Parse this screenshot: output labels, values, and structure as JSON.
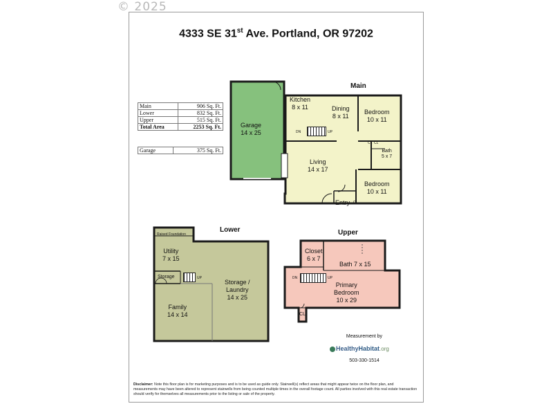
{
  "watermark": "© 2025",
  "title": {
    "main": "4333 SE 31",
    "sup": "st",
    "rest": " Ave. Portland, OR 97202"
  },
  "areas": [
    {
      "label": "Main",
      "value": "906 Sq. Ft."
    },
    {
      "label": "Lower",
      "value": "832 Sq. Ft."
    },
    {
      "label": "Upper",
      "value": "515 Sq. Ft."
    },
    {
      "label": "Total Area",
      "value": "2253 Sq. Ft."
    }
  ],
  "garage_area": {
    "label": "Garage",
    "value": "375 Sq. Ft."
  },
  "levels": {
    "main": "Main",
    "lower": "Lower",
    "upper": "Upper"
  },
  "rooms": {
    "garage": {
      "name": "Garage",
      "size": "14 x 25"
    },
    "kitchen": {
      "name": "Kitchen",
      "size": "8 x 11"
    },
    "dining": {
      "name": "Dining",
      "size": "8 x 11"
    },
    "bedroom1": {
      "name": "Bedroom",
      "size": "10 x 11"
    },
    "bath_main": {
      "name": "Bath",
      "size": "5 x 7"
    },
    "living": {
      "name": "Living",
      "size": "14 x 17"
    },
    "bedroom2": {
      "name": "Bedroom",
      "size": "10 x 11"
    },
    "entry": {
      "name": "Entry"
    },
    "raised_foundation": "Raised Foundation",
    "utility": {
      "name": "Utility",
      "size": "7 x 15"
    },
    "storage_small": "Storage",
    "storage_laundry": {
      "name": "Storage /",
      "name2": "Laundry",
      "size": "14 x 25"
    },
    "family": {
      "name": "Family",
      "size": "14 x 14"
    },
    "closet": {
      "name": "Closet",
      "size": "6 x 7"
    },
    "bath_upper": "Bath 7 x 15",
    "primary": {
      "name": "Primary",
      "name2": "Bedroom",
      "size": "10 x 29"
    },
    "cl": "CL"
  },
  "marks": {
    "up": "UP",
    "dn": "DN",
    "cl": "CL"
  },
  "colors": {
    "main": "#f3f3c9",
    "garage": "#86c17d",
    "lower": "#c5c89b",
    "upper": "#f6c8bc",
    "wall": "#1a1a1a"
  },
  "measurement": {
    "label": "Measurement by",
    "logo": "Healthy",
    "logo_bold": "Habitat",
    "logo_org": ".org",
    "phone": "503-330-1514"
  },
  "disclaimer": {
    "label": "Disclaimer:",
    "text": " Note this floor plan is for marketing purposes and is to be used as guide only.  Stairwell(s) reflect areas that might appear twice on the floor plan, and measurements may have been altered to represent stairwells from being counted multiple times in the overall footage count.  All parties involved with this real estate transaction should verify for themselves all measurements prior to the listing or sale of the property."
  }
}
